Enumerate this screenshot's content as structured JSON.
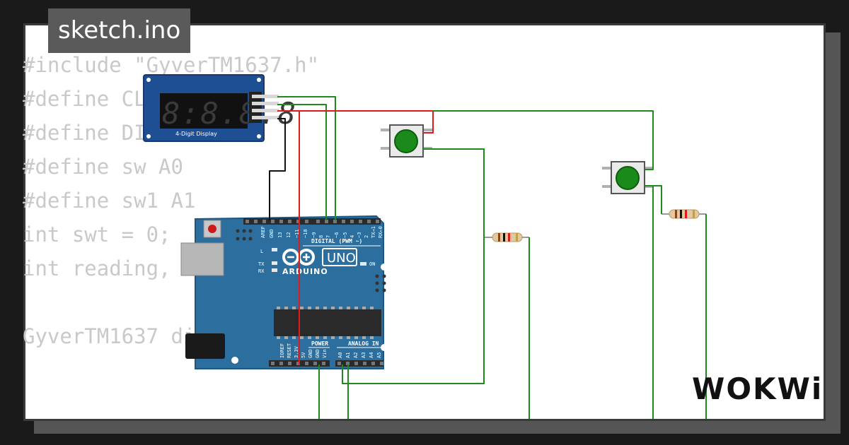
{
  "title": "sketch.ino",
  "code_lines": [
    "#include \"GyverTM1637.h\"",
    "#define CLK 6",
    "#define DIO 7",
    "#define sw A0",
    "#define sw1 A1",
    "int swt = 0;",
    "int reading, last_time_s;",
    "",
    "GyverTM1637 disp(CLK, DIO);"
  ],
  "display": {
    "digits": "8:8.8.8",
    "label": "4-Digit Display"
  },
  "arduino": {
    "brand": "ARDUINO",
    "model": "UNO",
    "digital_label": "DIGITAL (PWM ~)",
    "analog_label": "ANALOG IN",
    "power_label": "POWER",
    "on_label": "ON",
    "led_l": "L",
    "led_tx": "TX",
    "led_rx": "RX",
    "digital_pins": [
      "AREF",
      "GND",
      "13",
      "12",
      "~11",
      "~10",
      "~9",
      "8",
      "7",
      "~6",
      "~5",
      "4",
      "~3",
      "2",
      "TX→1",
      "RX←0"
    ],
    "power_pins": [
      "IOREF",
      "RESET",
      "3.3V",
      "5V",
      "GND",
      "GND",
      "Vin"
    ],
    "analog_pins": [
      "A0",
      "A1",
      "A2",
      "A3",
      "A4",
      "A5"
    ]
  },
  "logo": "WOKWi",
  "colors": {
    "background": "#1a1a1a",
    "card": "#ffffff",
    "code_text": "#c9c9c9",
    "board": "#2c6e9e",
    "wire_green": "#1e8a1e",
    "wire_red": "#e01b1b",
    "wire_black": "#111111",
    "button_cap": "#1a8a1a"
  }
}
